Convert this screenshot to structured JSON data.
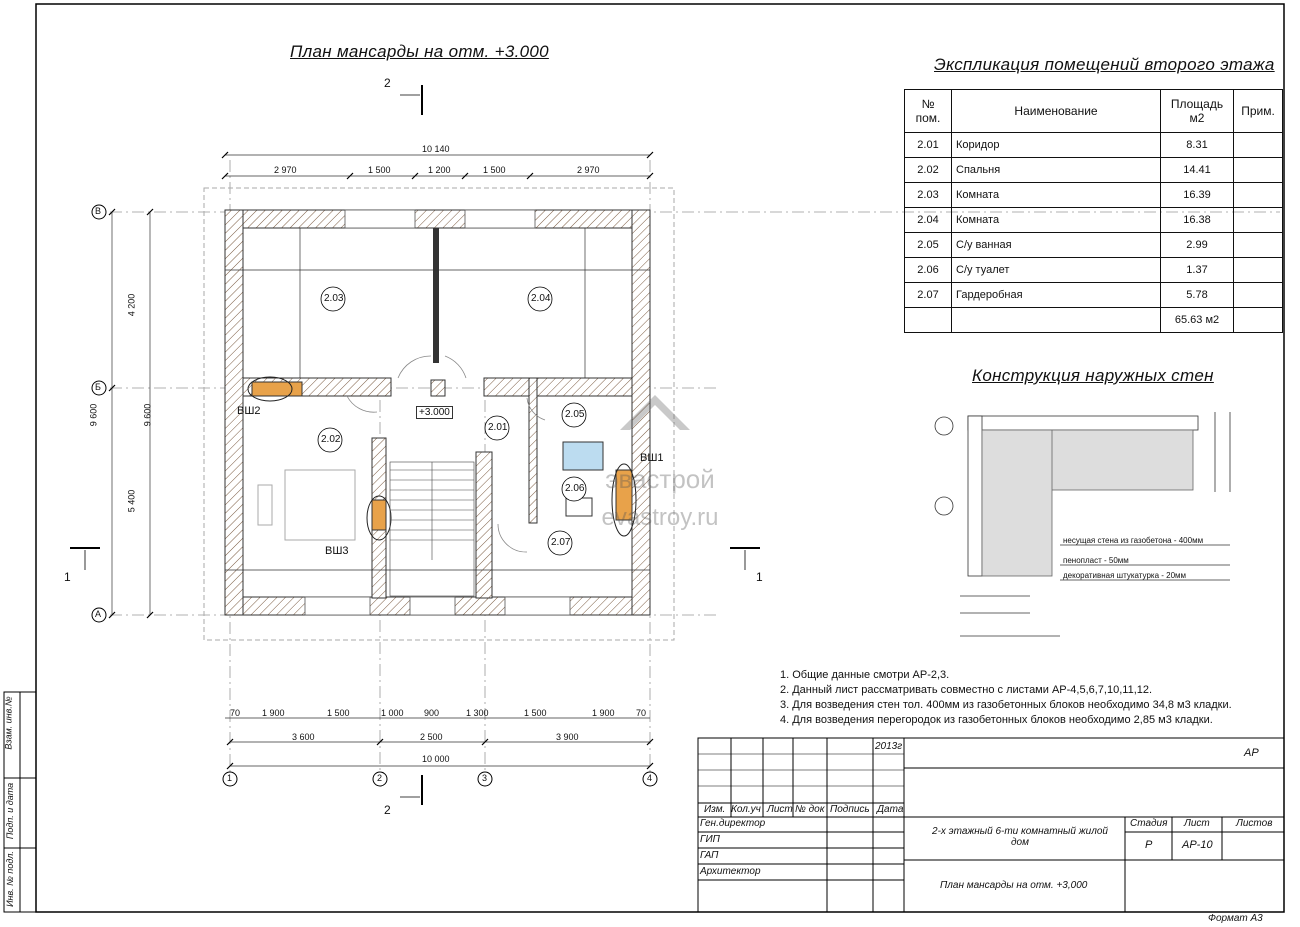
{
  "titles": {
    "plan": "План мансарды на отм. +3.000",
    "explication": "Экспликация помещений второго этажа",
    "walls": "Конструкция наружных стен"
  },
  "explication": {
    "headers": {
      "num": "№ пом.",
      "name": "Наименование",
      "area": "Площадь м2",
      "note": "Прим."
    },
    "rows": [
      {
        "num": "2.01",
        "name": "Коридор",
        "area": "8.31"
      },
      {
        "num": "2.02",
        "name": "Спальня",
        "area": "14.41"
      },
      {
        "num": "2.03",
        "name": "Комната",
        "area": "16.39"
      },
      {
        "num": "2.04",
        "name": "Комната",
        "area": "16.38"
      },
      {
        "num": "2.05",
        "name": "С/у ванная",
        "area": "2.99"
      },
      {
        "num": "2.06",
        "name": "С/у туалет",
        "area": "1.37"
      },
      {
        "num": "2.07",
        "name": "Гардеробная",
        "area": "5.78"
      }
    ],
    "total": "65.63 м2"
  },
  "walls_legend": {
    "layers": [
      "несущая стена из газобетона - 400мм",
      "пенопласт - 50мм",
      "декоративная штукатурка - 20мм"
    ]
  },
  "notes": [
    "1. Общие данные смотри АР-2,3.",
    "2. Данный лист рассматривать совместно с листами АР-4,5,6,7,10,11,12.",
    "3. Для возведения стен тол. 400мм из газобетонных блоков необходимо 34,8 м3 кладки.",
    "4. Для возведения перегородок  из газобетонных блоков необходимо 2,85 м3 кладки."
  ],
  "rooms": [
    "2.03",
    "2.04",
    "2.02",
    "2.01",
    "2.05",
    "2.06",
    "2.07"
  ],
  "plan_labels": {
    "level": "+3.000",
    "shafts": [
      "ВШ1",
      "ВШ2",
      "ВШ3"
    ],
    "section": [
      "2",
      "2",
      "1",
      "1"
    ],
    "axes_v": [
      "1",
      "2",
      "3",
      "4"
    ],
    "axes_h": [
      "А",
      "Б",
      "В"
    ]
  },
  "dims": {
    "top_total": "10 140",
    "top": [
      "2 970",
      "1 500",
      "1 200",
      "1 500",
      "2 970"
    ],
    "bottom": [
      "70",
      "1 900",
      "1 500",
      "1 000",
      "900",
      "1 300",
      "1 500",
      "1 900",
      "70"
    ],
    "bottom_axes": [
      "3 600",
      "2 500",
      "3 900"
    ],
    "bottom_total": "10 000",
    "left": [
      "4 200",
      "5 400"
    ],
    "left_total": "9 600",
    "left_outer": "9 600"
  },
  "stamp": {
    "year": "2013г",
    "code": "АР",
    "cols": [
      "Изм.",
      "Кол.уч",
      "Лист",
      "№ док",
      "Подпись",
      "Дата"
    ],
    "roles": [
      "Ген.директор",
      "ГИП",
      "ГАП",
      "Архитектор"
    ],
    "project": "2-х этажный 6-ти комнатный жилой дом",
    "sheet_title": "План мансарды на отм. +3,000",
    "stage_label": "Стадия",
    "sheet_label": "Лист",
    "sheets_label": "Листов",
    "stage": "Р",
    "sheet": "АР-10"
  },
  "side_labels": [
    "Взам. инв.№",
    "Подп. и дата",
    "Инв. № подл."
  ],
  "format": "Формат А3",
  "watermark": {
    "name": "эвастрой",
    "site": "evastroy.ru"
  }
}
